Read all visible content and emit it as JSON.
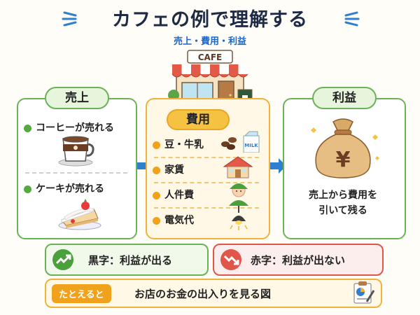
{
  "title": "カフェの例で理解する",
  "subtitle": "売上・費用・利益",
  "cafe_sign": "CAFE",
  "sales": {
    "heading": "売上",
    "items": [
      "コーヒーが売れる",
      "ケーキが売れる"
    ]
  },
  "costs": {
    "heading": "費用",
    "items": [
      "豆・牛乳",
      "家賃",
      "人件費",
      "電気代"
    ],
    "milk_label": "MILK"
  },
  "profit": {
    "heading": "利益",
    "yen": "¥",
    "description": [
      "売上から費用を",
      "引いて残る"
    ]
  },
  "black": "黒字：利益が出る",
  "red": "赤字：利益が出ない",
  "footer": {
    "badge": "たとえると",
    "text": "お店のお金の出入りを見る図"
  },
  "colors": {
    "green": "#6bb257",
    "orange": "#f0b23a",
    "blue": "#2f7fd1",
    "red": "#e0564a"
  }
}
